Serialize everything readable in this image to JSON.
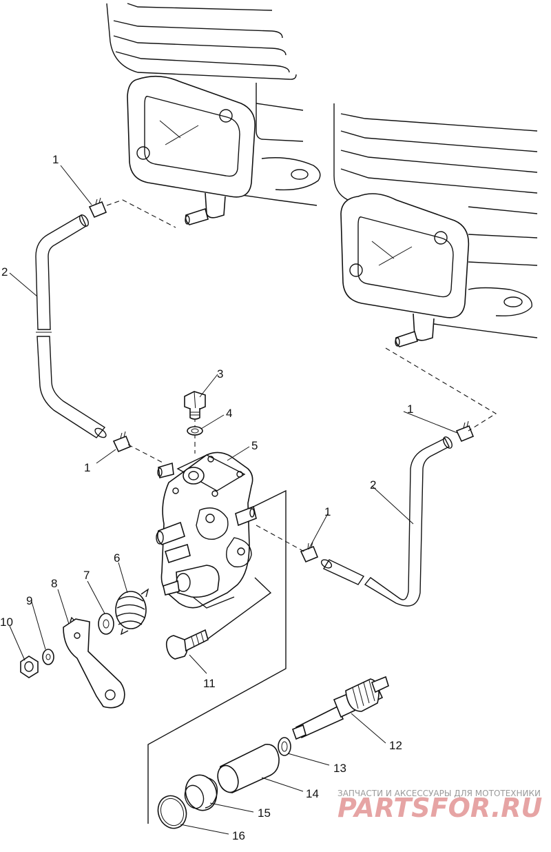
{
  "callouts": {
    "c1a": "1",
    "c1b": "1",
    "c1c": "1",
    "c1d": "1",
    "c2a": "2",
    "c2b": "2",
    "c3": "3",
    "c4": "4",
    "c5": "5",
    "c6": "6",
    "c7": "7",
    "c8": "8",
    "c9": "9",
    "c10": "10",
    "c11": "11",
    "c12": "12",
    "c13": "13",
    "c14": "14",
    "c15": "15",
    "c16": "16"
  },
  "watermark": {
    "tagline": "ЗАПЧАСТИ И АКСЕССУАРЫ ДЛЯ МОТОТЕХНИКИ",
    "logo": "PARTSFOR.RU"
  }
}
